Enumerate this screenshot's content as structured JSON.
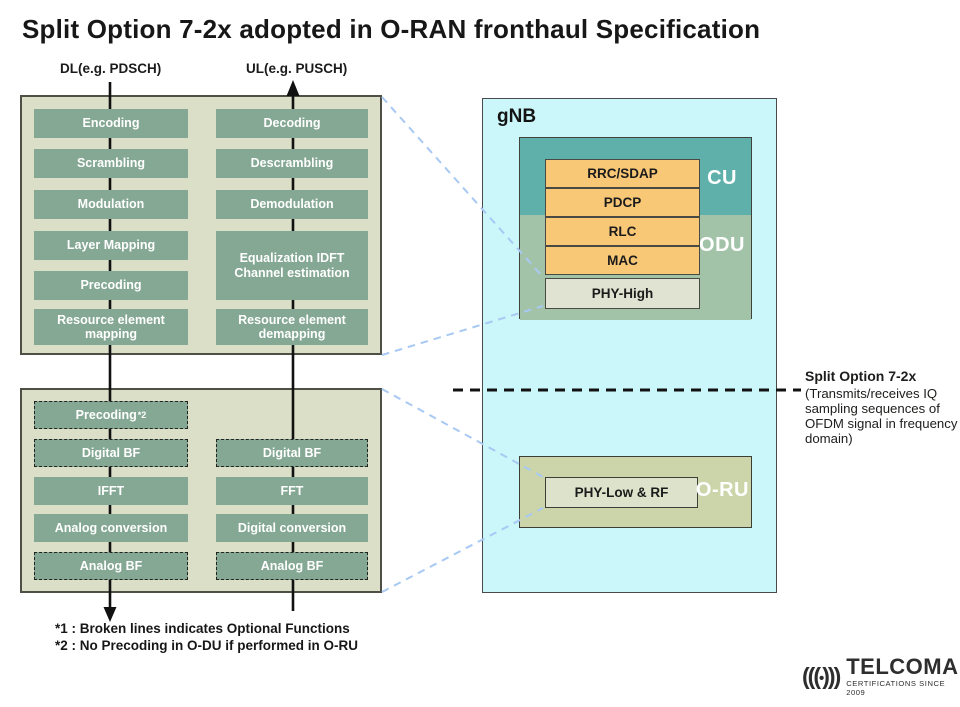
{
  "title": "Split Option 7-2x adopted in O-RAN fronthaul Specification",
  "flow": {
    "dl_label": "DL(e.g. PDSCH)",
    "ul_label": "UL(e.g. PUSCH)"
  },
  "upper": {
    "dl": [
      "Encoding",
      "Scrambling",
      "Modulation",
      "Layer Mapping",
      "Precoding",
      "Resource element mapping"
    ],
    "ul": [
      "Decoding",
      "Descrambling",
      "Demodulation",
      "Equalization IDFT Channel estimation",
      "Resource element demapping"
    ]
  },
  "lower": {
    "precoding": {
      "label": "Precoding",
      "sup": "*2"
    },
    "dl": [
      "Digital BF",
      "IFFT",
      "Analog conversion",
      "Analog BF"
    ],
    "ul": [
      "Digital BF",
      "FFT",
      "Digital conversion",
      "Analog BF"
    ]
  },
  "gnb": {
    "label": "gNB",
    "cu_label": "CU",
    "odu_label": "ODU",
    "oru_label": "O-RU",
    "stack": [
      "RRC/SDAP",
      "PDCP",
      "RLC",
      "MAC",
      "PHY-High"
    ],
    "phy_low": "PHY-Low & RF"
  },
  "annotation": {
    "title": "Split Option 7-2x",
    "desc": "(Transmits/receives IQ sampling sequences of OFDM signal in frequency domain)"
  },
  "footnotes": [
    "*1 : Broken lines indicates Optional Functions",
    "*2 : No Precoding in O-DU if performed in O-RU"
  ],
  "logo": {
    "icon_left": "(((",
    "icon_dot": "•",
    "icon_right": ")))",
    "name": "TELCOMA",
    "tagline": "CERTIFICATIONS SINCE 2009"
  },
  "colors": {
    "container_bg": "#dbdfc7",
    "block_green": "#85a894",
    "gnb_bg": "#cbf6fa",
    "cu_teal": "#5fb0ab",
    "odu_green": "#a3c3a9",
    "layer_orange": "#f9c877",
    "phy_high_bg": "#e0e3d1",
    "oru_bg": "#ccd5a9",
    "phy_low_bg": "#dde3cb",
    "connector_blue": "#a8c9f3",
    "line_black": "#111111"
  }
}
